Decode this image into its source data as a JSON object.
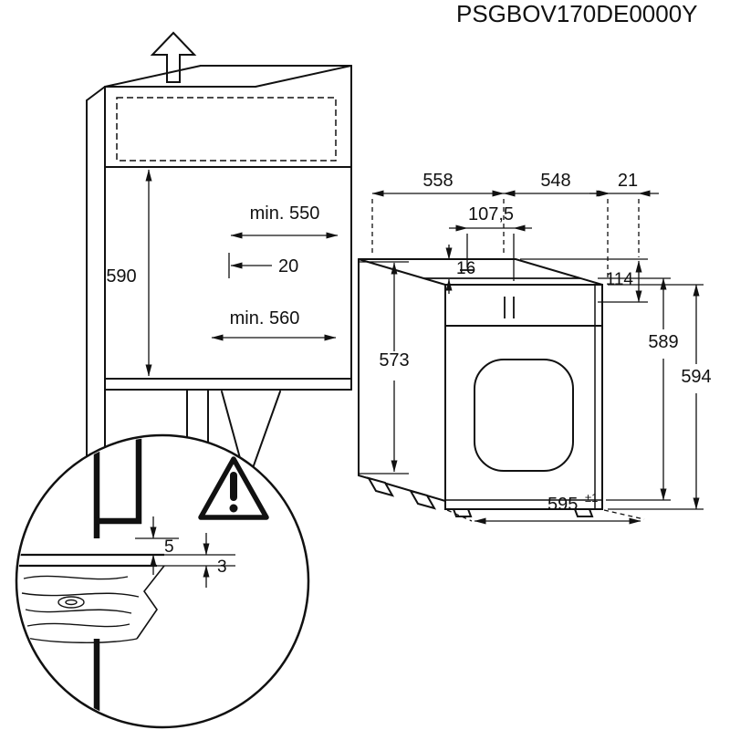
{
  "title": "PSGBOV170DE0000Y",
  "cabinet": {
    "niche_height": "590",
    "niche_min_depth": "min. 550",
    "rear_gap": "20",
    "niche_min_width": "min. 560"
  },
  "oven": {
    "depth_top": "558",
    "width_top": "548",
    "front_overhang": "21",
    "vent_offset": "107,5",
    "top_inset": "16",
    "panel_height": "114",
    "body_height": "573",
    "height_rear": "589",
    "height_total": "594",
    "width": "595",
    "width_tolerance": "±1"
  },
  "detail": {
    "top_gap": "5",
    "bottom_gap": "3"
  }
}
